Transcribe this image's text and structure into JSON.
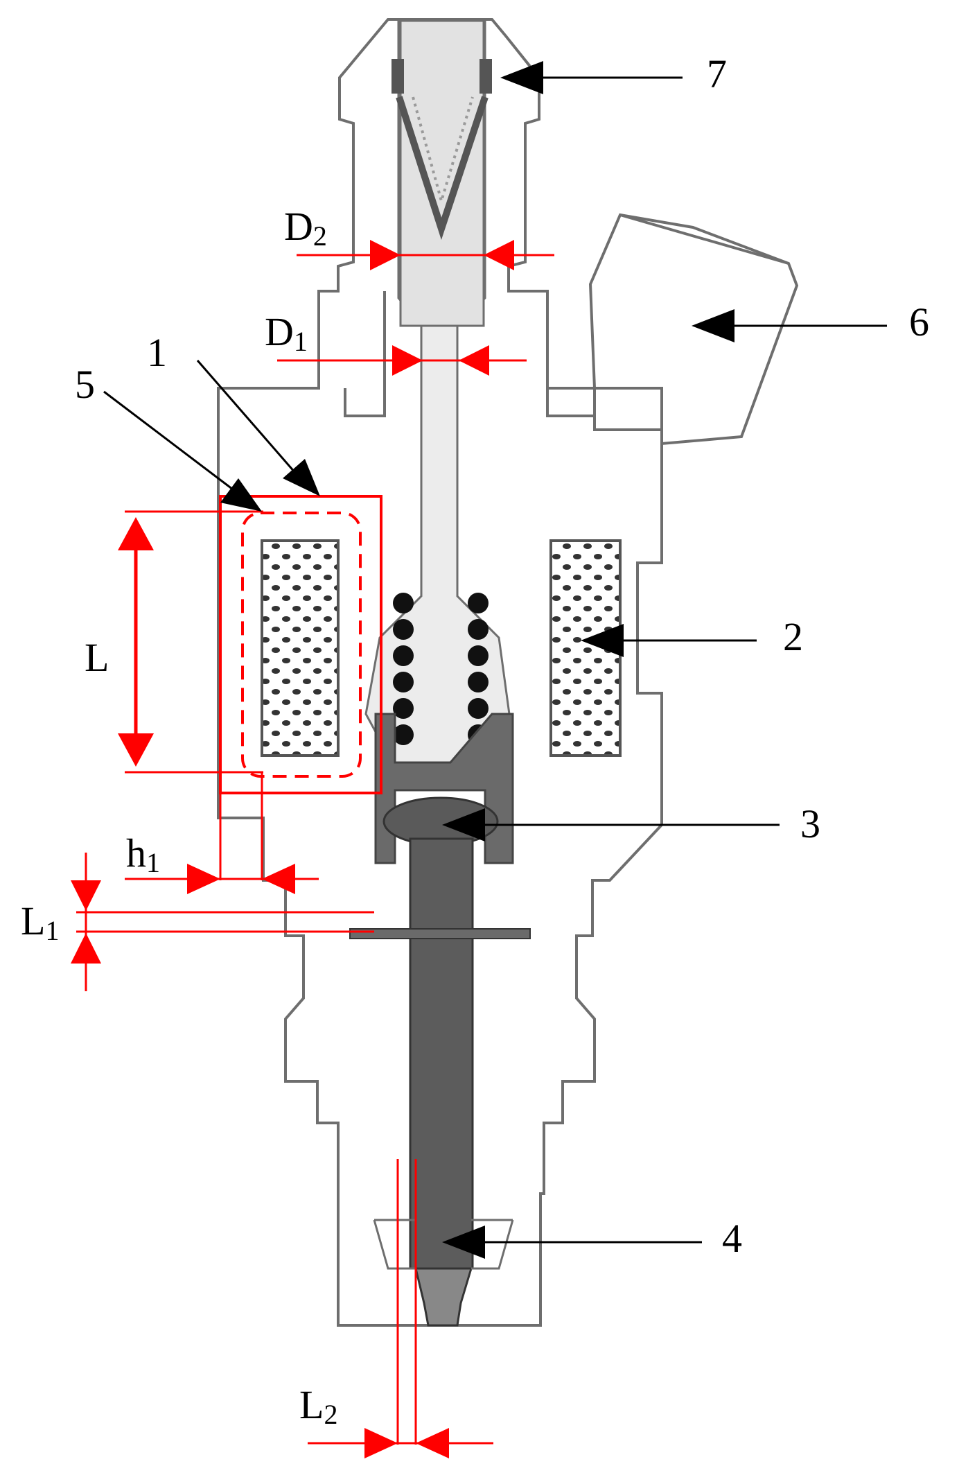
{
  "callouts": {
    "c1": "1",
    "c2": "2",
    "c3": "3",
    "c4": "4",
    "c5": "5",
    "c6": "6",
    "c7": "7"
  },
  "dimensions": {
    "L": "L",
    "D1_base": "D",
    "D1_sub": "1",
    "D2_base": "D",
    "D2_sub": "2",
    "h1_base": "h",
    "h1_sub": "1",
    "L1_base": "L",
    "L1_sub": "1",
    "L2_base": "L",
    "L2_sub": "2"
  },
  "colors": {
    "annotation": "#ff0000",
    "outline": "#6e6e6e",
    "fill_light": "#ececec",
    "fill_dark": "#6a6a6a",
    "arrow": "#000000"
  }
}
